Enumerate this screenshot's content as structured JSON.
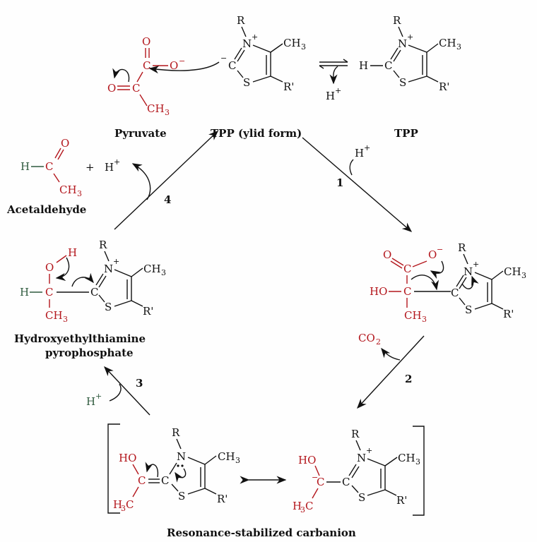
{
  "labels": {
    "pyruvate": "Pyruvate",
    "tpp_ylid": "TPP (ylid form)",
    "tpp": "TPP",
    "acetaldehyde": "Acetaldehyde",
    "hetpp_line1": "Hydroxyethylthiamine",
    "hetpp_line2": "pyrophosphate",
    "resonance": "Resonance-stabilized carbanion"
  },
  "steps": {
    "s1": "1",
    "s2": "2",
    "s3": "3",
    "s4": "4"
  },
  "atoms": {
    "R": "R",
    "Rp": "R'",
    "N": "N",
    "C": "C",
    "S": "S",
    "O": "O",
    "H": "H",
    "HO": "HO",
    "CH": "CH",
    "H3C_H": "H",
    "three": "3",
    "two": "2",
    "plus": "+",
    "minus": "−",
    "Ominus": "O",
    "CO": "CO",
    "Hplus": "H"
  },
  "colors": {
    "substrate_red": "#b3161c",
    "hydrogen_green": "#2f5a3e",
    "ink": "#111111"
  }
}
